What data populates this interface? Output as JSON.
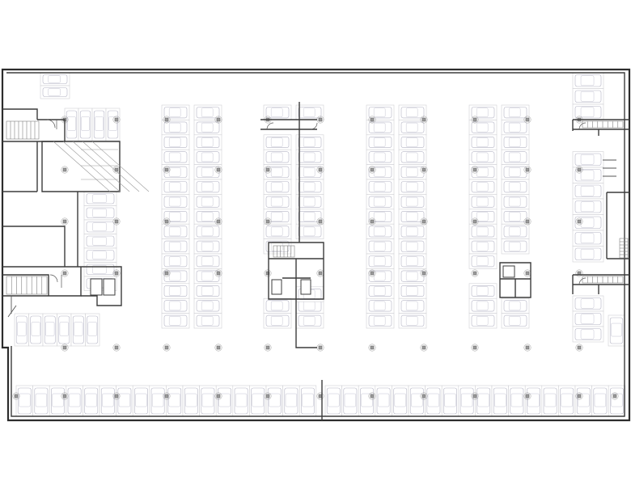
{
  "drawing": {
    "type": "parking-garage-floor-plan",
    "colors": {
      "background": "#ffffff",
      "wall": "#3c3c3c",
      "stall": "#d0d0d4",
      "car": "#b4b4c4",
      "column": "#9a9a9a"
    },
    "parking_layout": {
      "interior_double_rows": 4,
      "stalls_per_interior_column": 15,
      "bottom_row_stalls_per_side": 18,
      "left_wing_upper_stalls": 4,
      "left_wing_lower_stalls": 6,
      "left_side_stalls": 7,
      "right_side_stalls": 13
    },
    "features": [
      "stairwell-left-upper",
      "stairwell-left-lower",
      "ramp-left",
      "core-center",
      "core-right-center",
      "stairwell-right-upper",
      "stairwell-right-lower",
      "elevator-shaft-center",
      "elevator-shaft-right-center"
    ],
    "has_text_labels": false
  }
}
